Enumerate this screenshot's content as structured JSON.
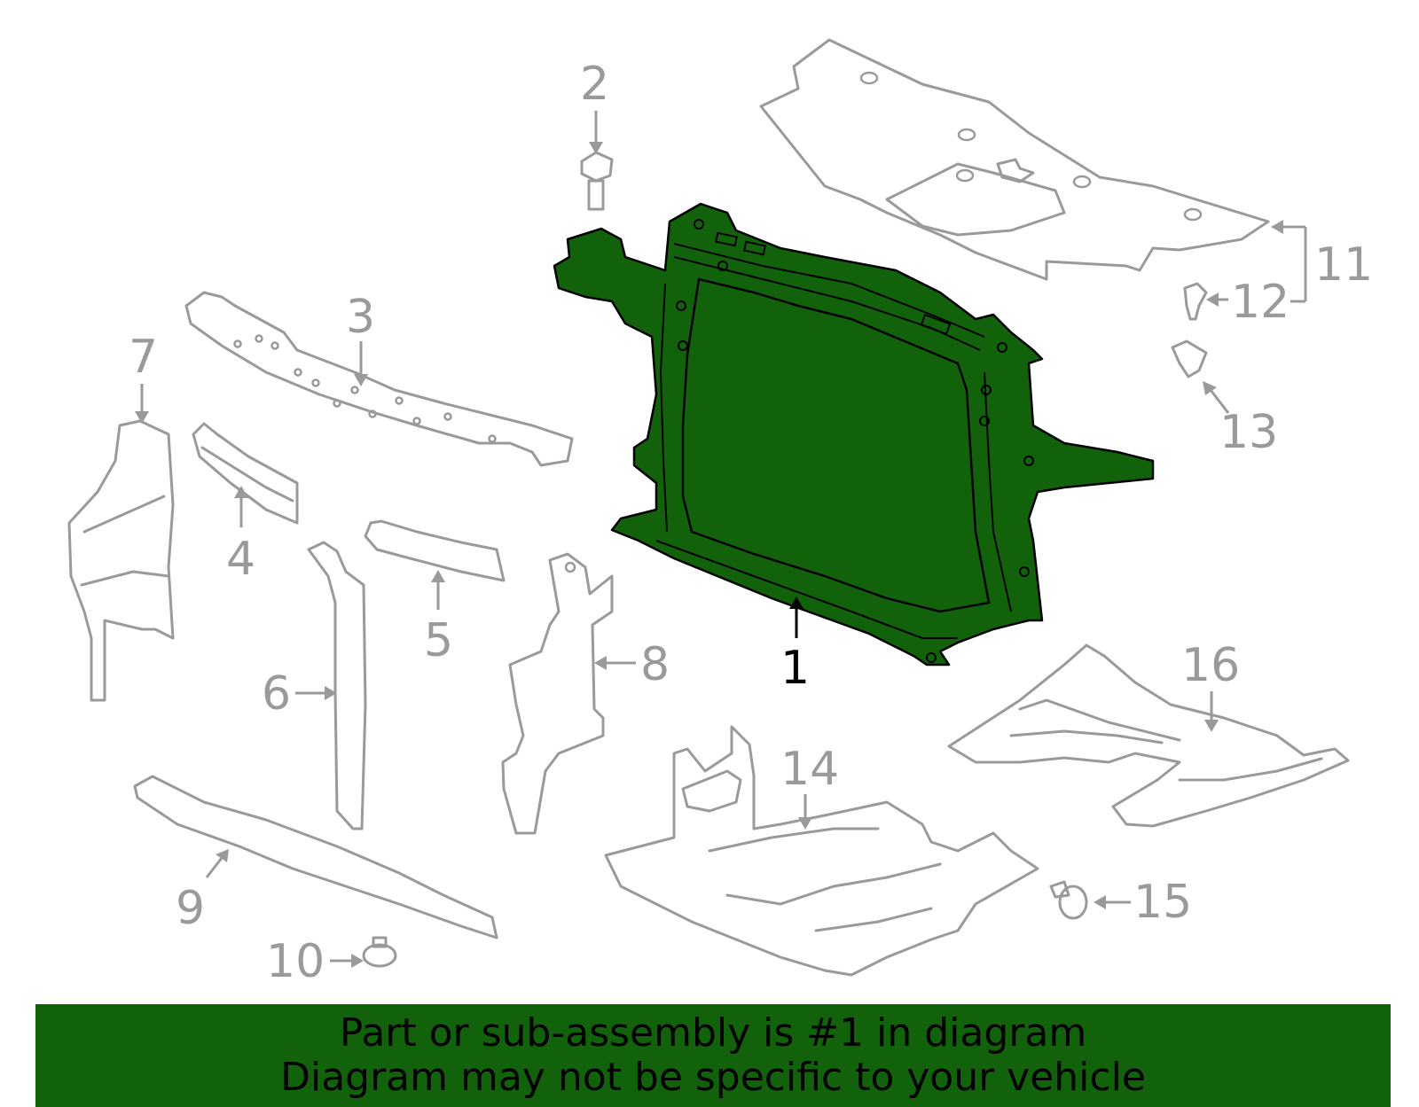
{
  "colors": {
    "highlight_fill": "#11620a",
    "part_stroke": "#9a9a9a",
    "banner_bg": "#11620a",
    "banner_text": "#000000"
  },
  "callouts": {
    "c1": "1",
    "c2": "2",
    "c3": "3",
    "c4": "4",
    "c5": "5",
    "c6": "6",
    "c7": "7",
    "c8": "8",
    "c9": "9",
    "c10": "10",
    "c11": "11",
    "c12": "12",
    "c13": "13",
    "c14": "14",
    "c15": "15",
    "c16": "16"
  },
  "banner": {
    "line1": "Part or sub-assembly is #1 in diagram",
    "line2": "Diagram may not be specific to your vehicle"
  }
}
